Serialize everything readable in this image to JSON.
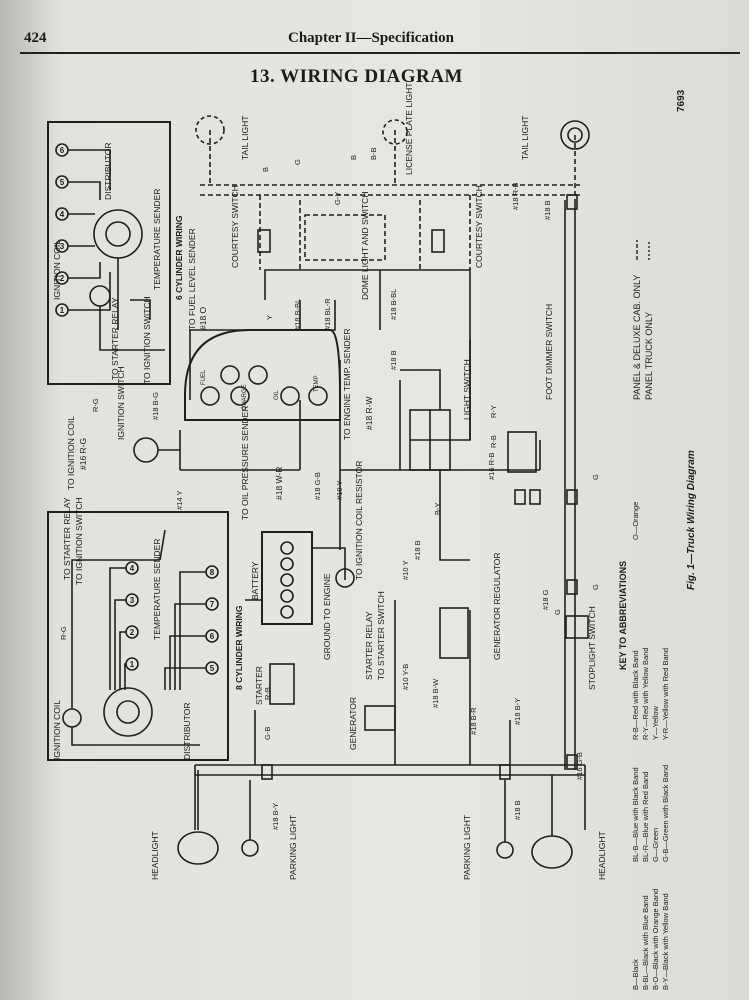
{
  "header": {
    "page_number": "424",
    "chapter": "Chapter II—Specification",
    "title": "13.  WIRING DIAGRAM"
  },
  "figure": {
    "number": "7693",
    "caption": "Fig. 1—Truck Wiring Diagram"
  },
  "legend": {
    "panel_deluxe": "PANEL & DELUXE CAB. ONLY",
    "panel_truck": "PANEL TRUCK ONLY"
  },
  "key": {
    "title": "KEY TO ABBREVIATIONS",
    "col1": [
      "B—Black",
      "B-BL—Black with Blue Band",
      "B-O—Black with Orange Band",
      "B-Y—Black with Yellow Band"
    ],
    "col2": [
      "BL-B—Blue with Black Band",
      "BL-R—Blue with Red Band",
      "G—Green",
      "G-B—Green with Black Band"
    ],
    "col3": [
      "R-B—Red with Black Band",
      "R-Y—Red with Yellow Band",
      "Y—Yellow",
      "Y-R—Yellow with Red Band"
    ],
    "col4": [
      "O—Orange"
    ]
  },
  "six_cyl": {
    "title": "6 CYLINDER WIRING",
    "distributor": "DISTRIBUTOR",
    "temp_sender": "TEMPERATURE SENDER",
    "ign_coil": "IGNITION COIL",
    "starter_relay": "TO STARTER RELAY",
    "ign_switch": "TO IGNITION SWITCH",
    "plugs": [
      "6",
      "5",
      "4",
      "3",
      "2",
      "1"
    ]
  },
  "eight_cyl": {
    "title": "8 CYLINDER WIRING",
    "to_ign_switch": "TO IGNITION SWITCH",
    "to_starter_relay": "TO STARTER RELAY",
    "ign_coil": "IGNITION COIL",
    "temp_sender": "TEMPERATURE SENDER",
    "distributor": "DISTRIBUTOR",
    "rg": "R-G",
    "plugs_left": [
      "4",
      "3",
      "2",
      "1"
    ],
    "plugs_right": [
      "8",
      "7",
      "6",
      "5"
    ]
  },
  "components": {
    "tail_light_l": "TAIL LIGHT",
    "tail_light_r": "TAIL LIGHT",
    "license_light": "LICENSE PLATE LIGHT",
    "courtesy_l": "COURTESY SWITCH",
    "courtesy_r": "COURTESY SWITCH",
    "dome_light": "DOME LIGHT AND SWITCH",
    "fuel_sender": "TO FUEL LEVEL SENDER",
    "fuel_sender_w": "#18 O",
    "ignition_switch": "IGNITION SWITCH",
    "to_ign_coil": "TO IGNITION COIL",
    "to_ign_coil_w": "#16 R-G",
    "oil_sender": "TO OIL PRESSURE SENDER",
    "oil_sender_w": "#18 W-R",
    "eng_temp": "TO ENGINE TEMP. SENDER",
    "eng_temp_w": "#18 R-W",
    "light_switch": "LIGHT SWITCH",
    "foot_dimmer": "FOOT DIMMER SWITCH",
    "battery": "BATTERY",
    "ground": "GROUND TO ENGINE",
    "ign_resistor": "TO IGNITION COIL RESISTOR",
    "starter_relay": "STARTER RELAY",
    "to_starter_sw": "TO STARTER SWITCH",
    "starter": "STARTER",
    "generator": "GENERATOR",
    "gen_regulator": "GENERATOR REGULATOR",
    "stoplight_sw": "STOPLIGHT SWITCH",
    "headlight_l": "HEADLIGHT",
    "headlight_r": "HEADLIGHT",
    "parking_l": "PARKING LIGHT",
    "parking_r": "PARKING LIGHT"
  },
  "gauges": [
    "FUEL",
    "CHARGE",
    "OIL",
    "TEMP"
  ],
  "wire_labels": {
    "w1": "#18 B-BL",
    "w2": "#18 BL-R",
    "w3": "#18 B-BL",
    "w4": "#18 B",
    "w5": "#18 B-G",
    "w6": "R-G",
    "w7": "#14 Y",
    "w8": "#18 G-B",
    "w9": "#10 Y",
    "w10": "#18 B",
    "w11": "#10 Y",
    "w12": "#10 Y-B",
    "w13": "#18 B-W",
    "w14": "#18 B-R",
    "w15": "#18 B-Y",
    "w16": "#16 G-B",
    "w17": "#16 R-B",
    "w18": "#18 G",
    "w19": "R-Y",
    "w20": "B-Y",
    "w21": "R-B",
    "w22": "#18 B-Y",
    "w23": "#18 B",
    "w24": "G",
    "w25": "G",
    "w26": "B",
    "w27": "G",
    "w28": "B",
    "w29": "G-Y",
    "w30": "Y",
    "w31": "G-B",
    "w32": "R-B",
    "w33": "#18 B",
    "w34": "#18 R-B",
    "w35": "B-B",
    "w36": "G"
  }
}
